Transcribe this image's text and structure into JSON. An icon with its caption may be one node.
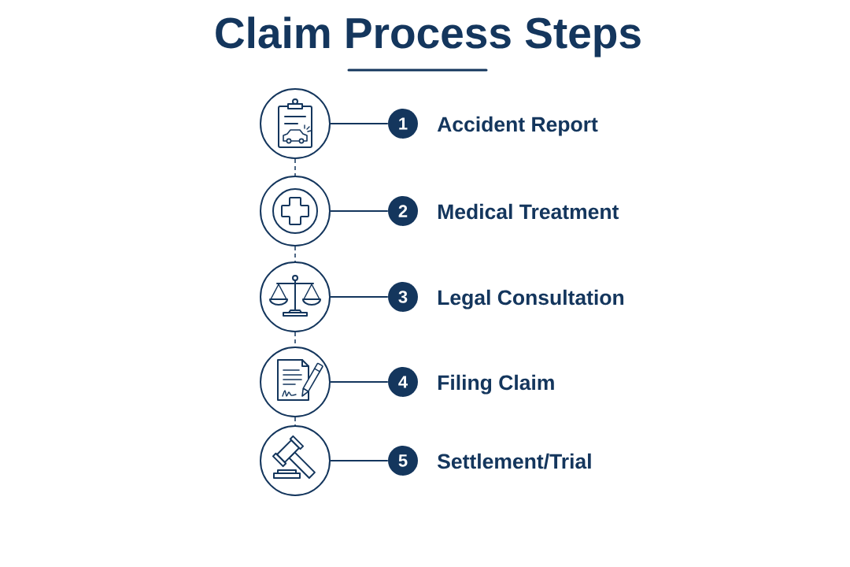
{
  "diagram": {
    "title": "Claim Process Steps",
    "nodes": [
      {
        "text": [],
        "shape": "circle"
      },
      {
        "text": [
          "1"
        ],
        "beside": [
          "Accident Report"
        ]
      },
      {
        "text": [],
        "shape": "circle"
      },
      {
        "text": [
          "2"
        ],
        "beside": [
          "Medical Treatment"
        ]
      },
      {
        "text": [],
        "shape": "circle"
      },
      {
        "text": [
          "3"
        ],
        "beside": [
          "Legal Consultation"
        ]
      },
      {
        "text": [],
        "shape": "circle"
      },
      {
        "text": [
          "4"
        ],
        "beside": [
          "Filing Claim"
        ]
      },
      {
        "text": [],
        "shape": "circle"
      },
      {
        "text": [
          "5"
        ],
        "beside": [
          "Settlement/Trial"
        ]
      }
    ],
    "edges": [
      {
        "from": 0,
        "to": 1,
        "arrow": "none"
      },
      {
        "from": 0,
        "to": 2,
        "arrow": "none",
        "style": "dashed"
      },
      {
        "from": 2,
        "to": 3,
        "arrow": "none"
      },
      {
        "from": 2,
        "to": 4,
        "arrow": "none",
        "style": "dashed"
      },
      {
        "from": 4,
        "to": 5,
        "arrow": "none"
      },
      {
        "from": 4,
        "to": 6,
        "arrow": "none",
        "style": "dashed"
      },
      {
        "from": 6,
        "to": 7,
        "arrow": "none"
      },
      {
        "from": 6,
        "to": 8,
        "arrow": "none",
        "style": "dashed"
      },
      {
        "from": 8,
        "to": 9,
        "arrow": "none"
      }
    ]
  }
}
